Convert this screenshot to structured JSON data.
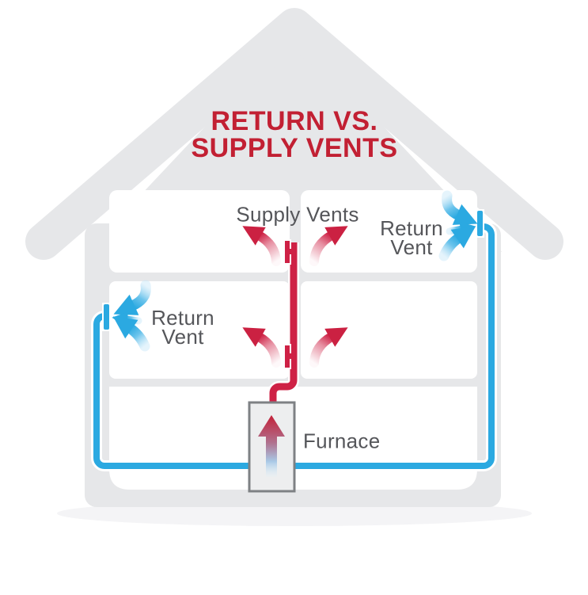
{
  "title": {
    "line1": "RETURN VS.",
    "line2": "SUPPLY VENTS"
  },
  "labels": {
    "supply_vents": "Supply Vents",
    "return_vent_right": {
      "line1": "Return",
      "line2": "Vent"
    },
    "return_vent_left": {
      "line1": "Return",
      "line2": "Vent"
    },
    "furnace": "Furnace"
  },
  "colors": {
    "title_red": "#C22033",
    "pipe_red": "#CE2145",
    "return_blue": "#2BA9E1",
    "label_gray": "#55565A",
    "house_gray": "#E6E7E9",
    "room_white": "#FFFFFF",
    "furnace_fill": "#EDEEEF",
    "furnace_border": "#7E8184",
    "shadow": "#F4F4F6",
    "casing_white": "#FFFFFF"
  }
}
